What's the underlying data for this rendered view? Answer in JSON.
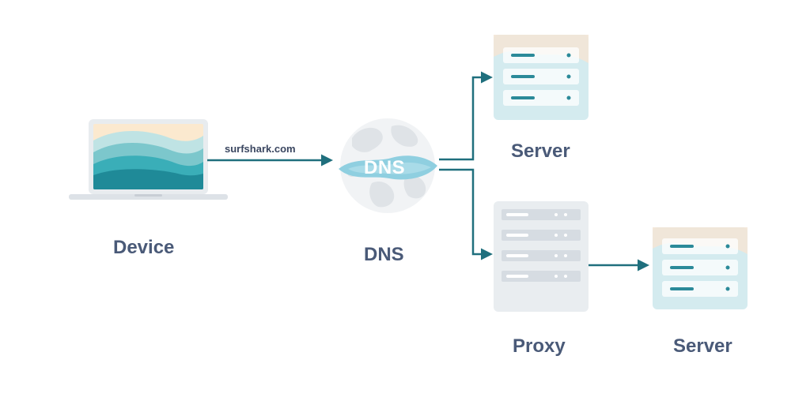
{
  "nodes": {
    "device": {
      "label": "Device"
    },
    "dns": {
      "label": "DNS",
      "globe_text": "DNS"
    },
    "server_top": {
      "label": "Server"
    },
    "proxy": {
      "label": "Proxy"
    },
    "server_bottom": {
      "label": "Server"
    }
  },
  "edges": {
    "device_to_dns": {
      "label": "surfshark.com"
    }
  },
  "colors": {
    "arrow": "#1f6f7d",
    "label": "#4a5a78",
    "server_panel": "#d4ebef",
    "proxy_panel": "#e9edf0"
  }
}
